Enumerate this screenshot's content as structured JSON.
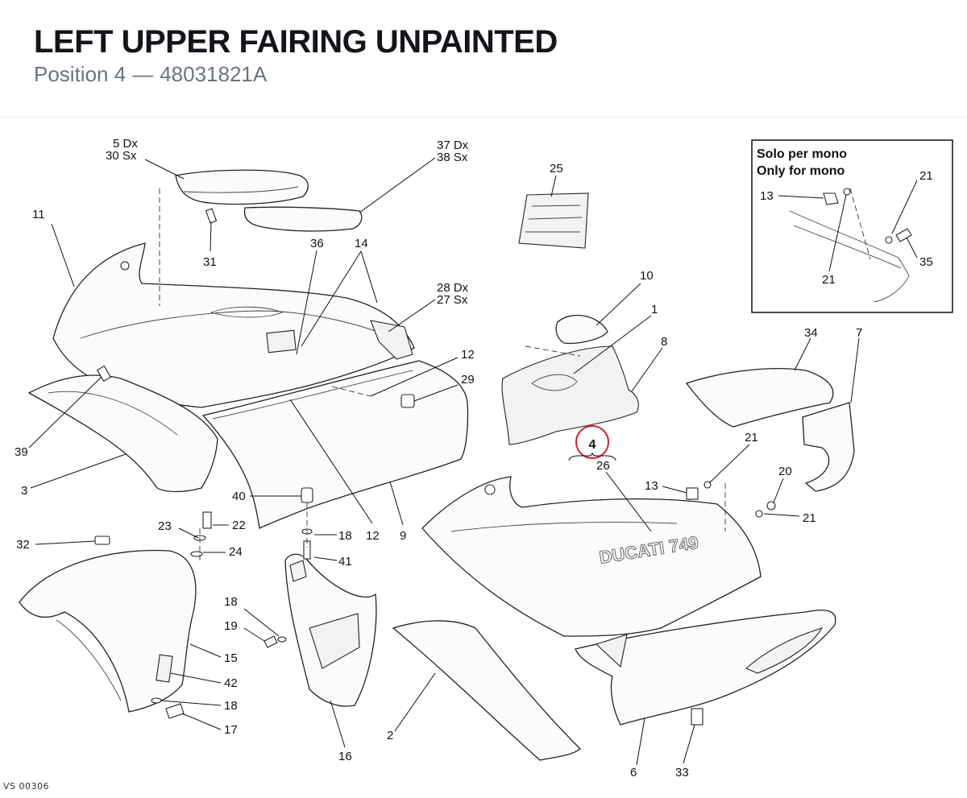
{
  "header": {
    "title": "LEFT UPPER FAIRING UNPAINTED",
    "position_label": "Position 4",
    "separator": "—",
    "part_number": "48031821A"
  },
  "inset": {
    "line1": "Solo per mono",
    "line2": "Only for mono",
    "labels": [
      "13",
      "21",
      "21",
      "35"
    ]
  },
  "highlight": {
    "position": "4",
    "color": "#d0202e"
  },
  "callouts": {
    "c5dx": "5 Dx",
    "c30sx": "30 Sx",
    "c37dx": "37 Dx",
    "c38sx": "38 Sx",
    "c25": "25",
    "c11": "11",
    "c31": "31",
    "c36": "36",
    "c14": "14",
    "c28dx": "28 Dx",
    "c27sx": "27 Sx",
    "c10": "10",
    "c1": "1",
    "c8": "8",
    "c12a": "12",
    "c29": "29",
    "c34": "34",
    "c7": "7",
    "c39": "39",
    "c3": "3",
    "c26": "26",
    "c21a": "21",
    "c20": "20",
    "c13": "13",
    "c21b": "21",
    "c40": "40",
    "c18a": "18",
    "c12b": "12",
    "c9": "9",
    "c41": "41",
    "c23": "23",
    "c22": "22",
    "c24": "24",
    "c32": "32",
    "c18b": "18",
    "c19": "19",
    "c15": "15",
    "c42": "42",
    "c18c": "18",
    "c17": "17",
    "c16": "16",
    "c2": "2",
    "c6": "6",
    "c33": "33"
  },
  "decal_text": "DUCATI 749",
  "footer_code": "VS 00306"
}
